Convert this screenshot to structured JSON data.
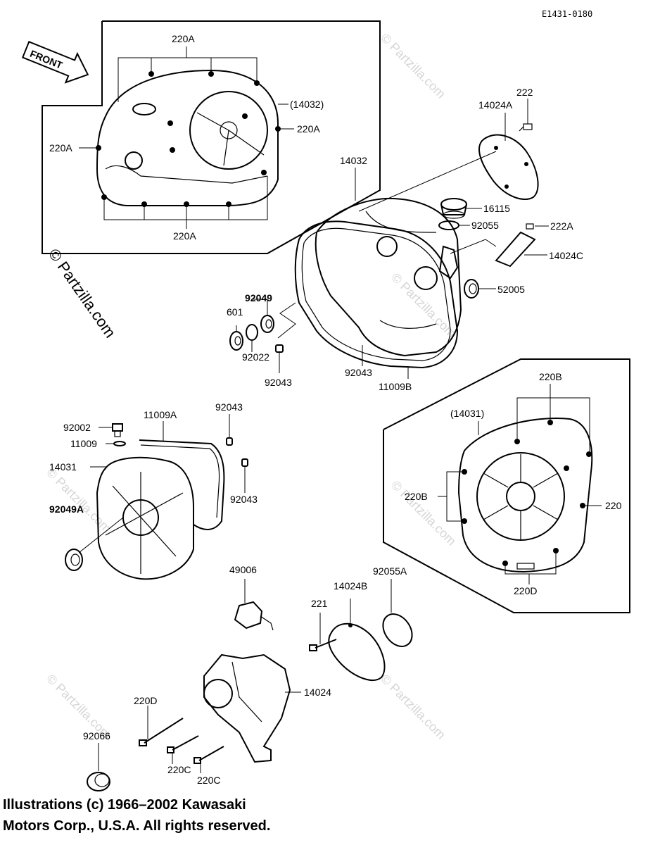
{
  "diagram": {
    "ref_code": "E1431-0180",
    "front_label": "FRONT",
    "watermark": "© Partzilla.com",
    "copyright_line1": "Illustrations (c) 1966–2002 Kawasaki",
    "copyright_line2": "Motors Corp., U.S.A.  All rights reserved.",
    "labels": {
      "l220a_top": "220A",
      "l14032_paren": "(14032)",
      "l220a_right": "220A",
      "l220a_left": "220A",
      "l220a_bottom": "220A",
      "l222": "222",
      "l14024a": "14024A",
      "l14032": "14032",
      "l16115": "16115",
      "l92055": "92055",
      "l222a": "222A",
      "l14024c": "14024C",
      "l52005": "52005",
      "l92049": "92049",
      "l601": "601",
      "l92022": "92022",
      "l92043_a": "92043",
      "l92043_b": "92043",
      "l11009b": "11009B",
      "l92043_c": "92043",
      "l11009a": "11009A",
      "l92002": "92002",
      "l11009": "11009",
      "l14031": "14031",
      "l92043_d": "92043",
      "l92049a": "92049A",
      "l220b_top": "220B",
      "l14031_paren": "(14031)",
      "l220b_left": "220B",
      "l220": "220",
      "l220d_right": "220D",
      "l49006": "49006",
      "l92055a": "92055A",
      "l14024b": "14024B",
      "l221": "221",
      "l14024": "14024",
      "l220d": "220D",
      "l92066": "92066",
      "l220c_a": "220C",
      "l220c_b": "220C"
    }
  }
}
